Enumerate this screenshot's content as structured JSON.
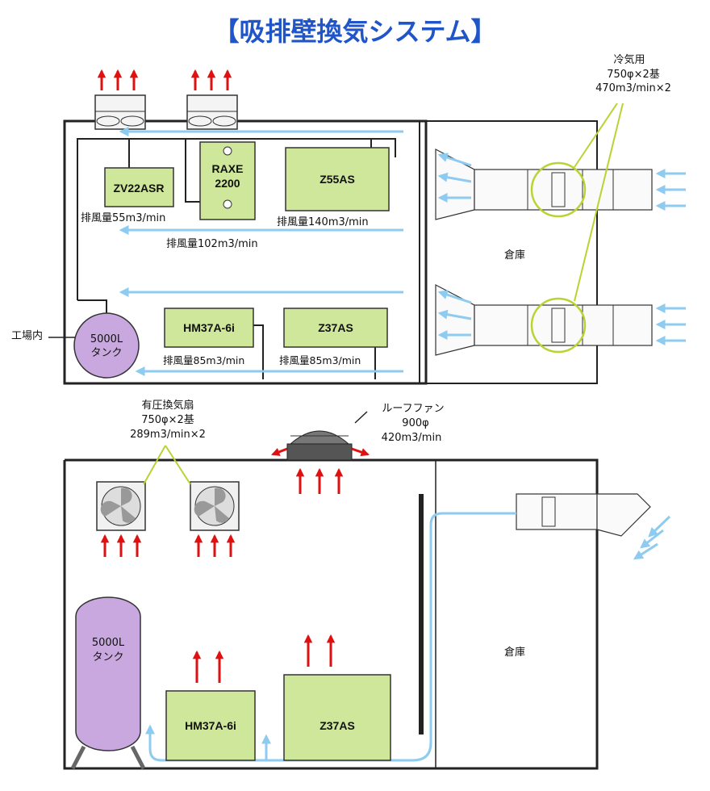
{
  "title": "【吸排壁換気システム】",
  "colors": {
    "title": "#1f55c8",
    "machine_fill": "#cfe79a",
    "tank_fill": "#c9a8e0",
    "airflow": "#8ecbf0",
    "exhaust_arrow": "#e01010",
    "highlight_circle": "#b8d432",
    "wall": "#222222"
  },
  "top_view": {
    "machines": {
      "zv22asr": "ZV22ASR",
      "raxe_line1": "RAXE",
      "raxe_line2": "2200",
      "z55as": "Z55AS",
      "hm37a": "HM37A-6i",
      "z37as": "Z37AS"
    },
    "exhaust_labels": {
      "zv22asr": "排風量55m3/min",
      "z55as": "排風量140m3/min",
      "raxe": "排風量102m3/min",
      "hm37a": "排風量85m3/min",
      "z37as": "排風量85m3/min"
    },
    "tank_line1": "5000L",
    "tank_line2": "タンク",
    "factory_label": "工場内",
    "warehouse_label": "倉庫",
    "cooling_fan": {
      "line1": "冷気用",
      "line2": "750φ×2基",
      "line3": "470m3/min×2"
    }
  },
  "side_view": {
    "pressure_fans": {
      "line1": "有圧換気扇",
      "line2": "750φ×2基",
      "line3": "289m3/min×2"
    },
    "roof_fan": {
      "line1": "ルーフファン",
      "line2": "900φ",
      "line3": "420m3/min"
    },
    "tank_line1": "5000L",
    "tank_line2": "タンク",
    "machines": {
      "hm37a": "HM37A-6i",
      "z37as": "Z37AS"
    },
    "warehouse_label": "倉庫"
  }
}
